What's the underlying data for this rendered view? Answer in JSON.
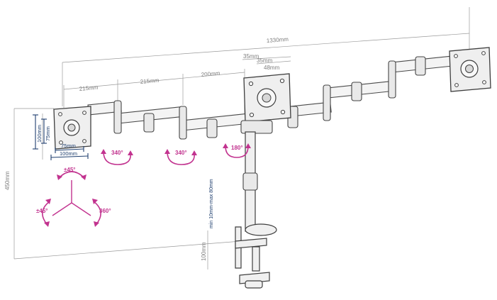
{
  "dimensions": {
    "total_width": "1330mm",
    "arm_seg_1": "215mm",
    "arm_seg_2": "215mm",
    "arm_seg_3": "200mm",
    "center_offset_1": "35mm",
    "center_offset_2": "35mm",
    "center_offset_3": "48mm",
    "height": "450mm",
    "base_height": "100mm",
    "clamp_range": "min 10mm-max 80mm"
  },
  "vesa": {
    "small_h": "75mm",
    "large_h": "100mm",
    "small_w": "75mm",
    "large_w": "100mm"
  },
  "rotations": {
    "joint_1": "340°",
    "joint_2": "340°",
    "joint_3": "180°",
    "tilt": "±45°",
    "swivel": "±45°",
    "rotate": "360°"
  },
  "colors": {
    "rotation_accent": "#c2338f",
    "vesa_accent": "#1e3e6e",
    "dimension_gray": "#7d7d7d",
    "line_dark": "#3e3e3e"
  }
}
